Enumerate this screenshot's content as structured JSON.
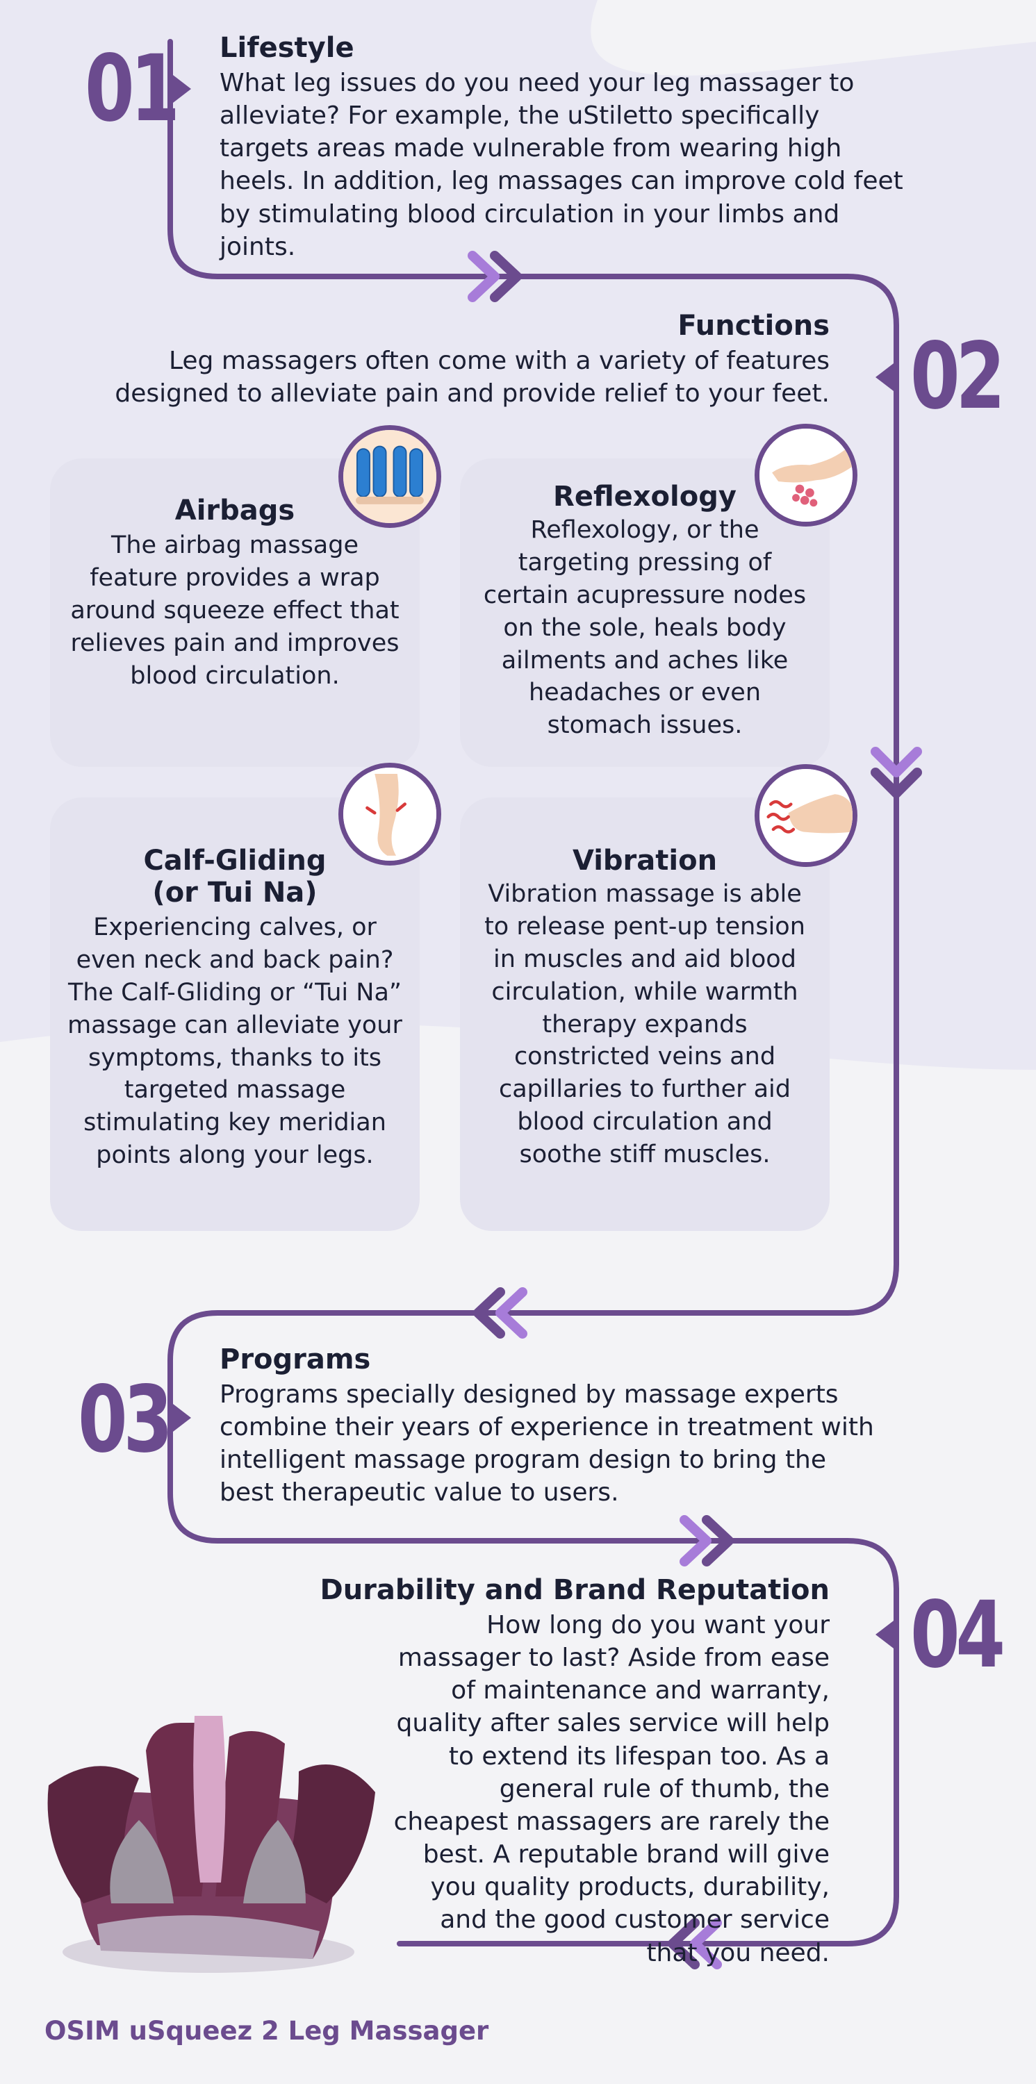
{
  "colors": {
    "accent": "#6b4b8e",
    "accent_light": "#a77cd9",
    "card_bg": "#e4e3ef",
    "background": "#f3f3f6",
    "text": "#1b1f33"
  },
  "sections": [
    {
      "number": "01",
      "title": "Lifestyle",
      "body": "What leg issues do you need your leg massager to alleviate? For example, the uStiletto specifically targets areas made vulnerable from wearing high heels. In addition, leg massages can improve cold feet by stimulating blood circulation in your limbs and joints."
    },
    {
      "number": "02",
      "title": "Functions",
      "body": "Leg massagers often come with a variety of features designed to alleviate pain and provide relief to your feet."
    },
    {
      "number": "03",
      "title": "Programs",
      "body": "Programs specially designed by massage experts combine their years of experience in treatment with intelligent massage program design to bring the best therapeutic value to users."
    },
    {
      "number": "04",
      "title": "Durability and Brand Reputation",
      "body": "How long do you want your massager to last? Aside from ease of maintenance and warranty, quality after sales service will help to extend its lifespan too. As a general rule of thumb, the cheapest massagers are rarely the best. A reputable brand will give you quality products, durability, and the good customer service that you need."
    }
  ],
  "cards": [
    {
      "title": "Airbags",
      "icon": "airbag-icon",
      "body": "The airbag massage feature provides a wrap around squeeze effect that relieves pain and improves blood circulation."
    },
    {
      "title": "Reflexology",
      "icon": "foot-reflexology-icon",
      "body": "Reflexology, or the targeting pressing of certain acupressure nodes on the sole, heals body ailments and aches like headaches or even stomach issues."
    },
    {
      "title": "Calf-Gliding (or Tui Na)",
      "icon": "calf-icon",
      "body": "Experiencing calves, or even neck and back pain? The Calf-Gliding or “Tui Na” massage can alleviate your symptoms, thanks to its targeted massage stimulating key meridian points along your legs."
    },
    {
      "title": "Vibration",
      "icon": "foot-vibration-icon",
      "body": "Vibration massage is able to release pent-up tension in muscles and aid blood circulation, while warmth therapy expands constricted veins and capillaries to further aid blood circulation and soothe stiff muscles."
    }
  ],
  "product": {
    "caption": "OSIM uSqueez 2 Leg Massager",
    "image": "leg-massager-product"
  }
}
